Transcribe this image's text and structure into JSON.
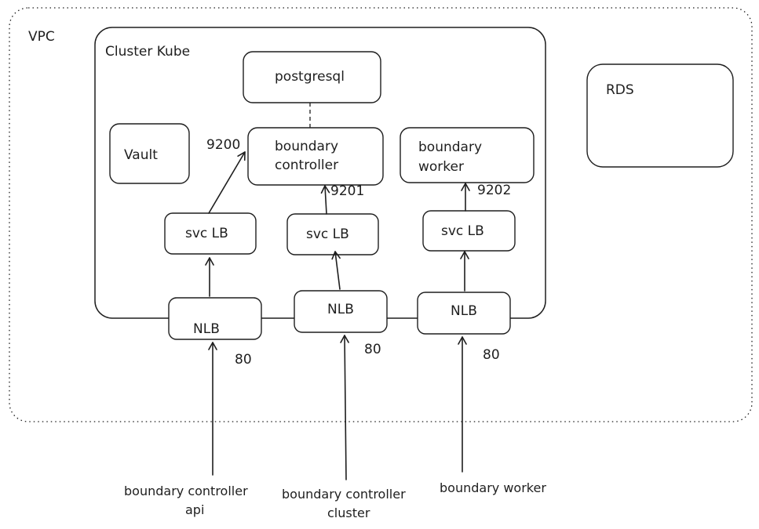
{
  "vpc": {
    "label": "VPC"
  },
  "cluster": {
    "label": "Cluster Kube"
  },
  "rds": {
    "label": "RDS"
  },
  "postgres": {
    "label": "postgresql"
  },
  "vault": {
    "label": "Vault"
  },
  "controller": {
    "line1": "boundary",
    "line2": "controller"
  },
  "worker": {
    "line1": "boundary",
    "line2": "worker"
  },
  "svc_lb": {
    "label": "svc LB"
  },
  "nlb": {
    "label": "NLB"
  },
  "ports": {
    "p9200": "9200",
    "p9201": "9201",
    "p9202": "9202",
    "nlb_api": "80",
    "nlb_cluster": "80",
    "nlb_worker": "80"
  },
  "clients": {
    "api": {
      "line1": "boundary controller",
      "line2": "api"
    },
    "cluster": {
      "line1": "boundary controller",
      "line2": "cluster"
    },
    "worker": {
      "line1": "boundary worker"
    }
  }
}
